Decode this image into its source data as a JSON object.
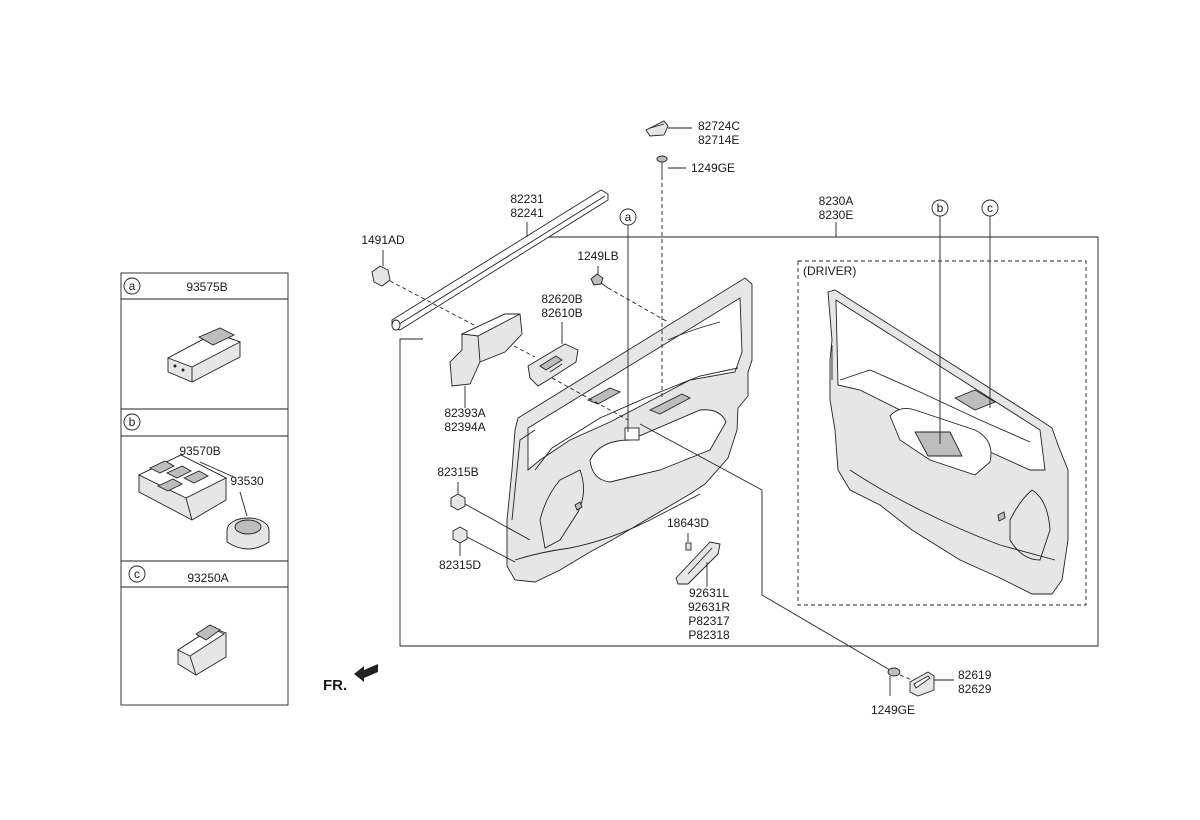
{
  "callouts": {
    "a": "a",
    "b": "b",
    "c": "c"
  },
  "legend": {
    "a_part": "93575B",
    "b_part_main": "93570B",
    "b_part_side": "93530",
    "c_part": "93250A"
  },
  "labels": {
    "p82724c": "82724C",
    "p82714e": "82714E",
    "p1249ge_top": "1249GE",
    "p82231": "82231",
    "p82241": "82241",
    "p1491ad": "1491AD",
    "p1249lb": "1249LB",
    "p82620b": "82620B",
    "p82610b": "82610B",
    "p82393a": "82393A",
    "p82394a": "82394A",
    "p82315b": "82315B",
    "p82315d": "82315D",
    "p18643d": "18643D",
    "p92631l": "92631L",
    "p92631r": "92631R",
    "p82317": "P82317",
    "p82318": "P82318",
    "p8230a": "8230A",
    "p8230e": "8230E",
    "driver": "(DRIVER)",
    "p82619": "82619",
    "p82629": "82629",
    "p1249ge_bottom": "1249GE",
    "front": "FR."
  },
  "colors": {
    "line": "#222222",
    "part_fill": "#e6e6e6",
    "part_dark": "#bdbdbd"
  }
}
